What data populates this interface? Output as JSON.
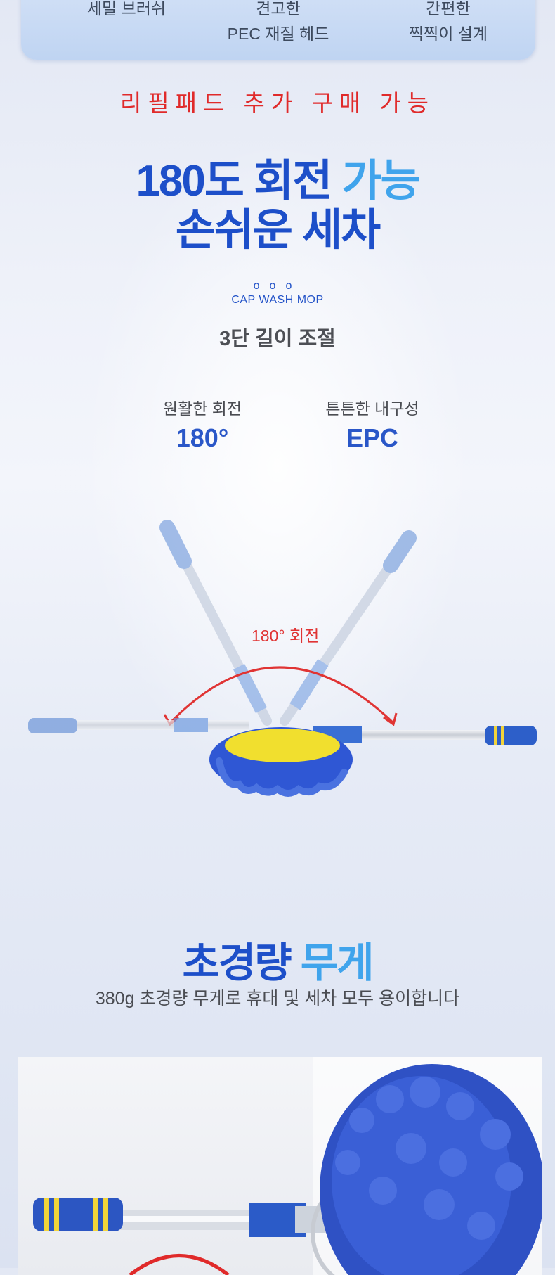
{
  "features": [
    {
      "line1": "세밀 브러쉬",
      "line2": ""
    },
    {
      "line1": "견고한",
      "line2": "PEC 재질 헤드"
    },
    {
      "line1": "간편한",
      "line2": "찍찍이 설계"
    }
  ],
  "refill_note": "리필패드 추가 구매 가능",
  "headline": {
    "line1_a": "180도 ",
    "line1_b": "회전 ",
    "line1_c": "가능",
    "line2": "손쉬운 세차"
  },
  "dots": "ooo",
  "brand_tag": "CAP WASH MOP",
  "length_adjust": "3단 길이 조절",
  "specs": [
    {
      "label": "원활한 회전",
      "value": "180°"
    },
    {
      "label": "튼튼한 내구성",
      "value": "EPC"
    }
  ],
  "rotation_label": "180° 회전",
  "weight": {
    "title_a": "초경량 ",
    "title_b": "무게",
    "subtitle": "380g 초경량 무게로 휴대 및 세차 모두 용이합니다"
  },
  "colors": {
    "accent_blue": "#1d4fc9",
    "light_blue": "#40a4ec",
    "red": "#e02a2a"
  },
  "icons": [
    "mop-illustration",
    "rotation-arc-icon",
    "mop-photo"
  ]
}
